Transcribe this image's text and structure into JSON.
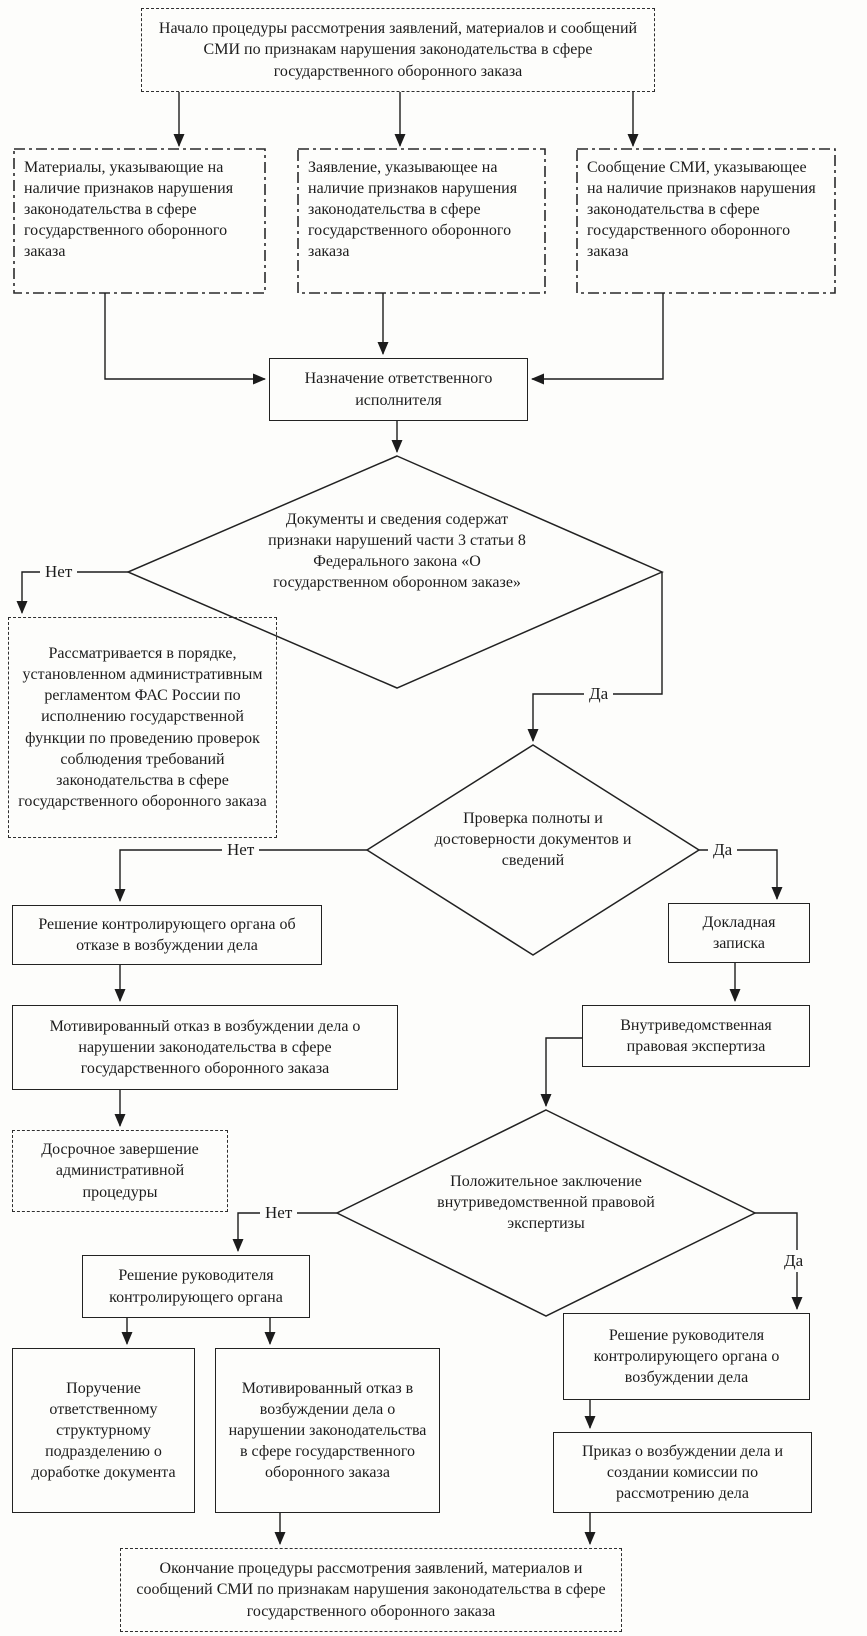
{
  "colors": {
    "ink": "#222222",
    "paper": "#fdfdfb"
  },
  "labels": {
    "yes": "Да",
    "no": "Нет"
  },
  "nodes": {
    "start": "Начало процедуры рассмотрения заявлений, материалов и сообщений СМИ по признакам нарушения законодательства в сфере государственного оборонного заказа",
    "materials": "Материалы, указывающие на наличие признаков нарушения законодательства в сфере государственного оборонного заказа",
    "application": "Заявление, указывающее на наличие признаков нарушения законодательства в сфере государственного оборонного заказа",
    "media_report": "Сообщение СМИ, указывающее на наличие признаков нарушения законодательства в сфере государственного оборонного заказа",
    "assign_executor": "Назначение ответственного исполнителя",
    "check_signs": "Документы и сведения содержат признаки нарушений части 3 статьи 8 Федерального закона «О государственном оборонном заказе»",
    "reviewed_other_procedure": "Рассматривается в порядке, установленном административным регламентом ФАС России по исполнению государственной функции по проведению проверок соблюдения требований законодательства в сфере государственного оборонного заказа",
    "check_completeness": "Проверка полноты и достоверности документов и сведений",
    "refusal_decision": "Решение контролирующего органа об отказе в возбуждении дела",
    "motivated_refusal": "Мотивированный отказ в возбуждении дела о нарушении законодательства в сфере государственного оборонного заказа",
    "early_completion": "Досрочное завершение административной процедуры",
    "memo": "Докладная записка",
    "legal_expertise": "Внутриведомственная правовая экспертиза",
    "positive_conclusion": "Положительное заключение внутриведомственной правовой экспертизы",
    "head_decision": "Решение руководителя контролирующего органа",
    "rework_instruction": "Поручение ответственному структурному подразделению о доработке документа",
    "motivated_refusal_2": "Мотивированный отказ в возбуждении дела о нарушении законодательства в сфере государственного оборонного заказа",
    "head_decision_initiate": "Решение руководителя контролирующего органа о возбуждении дела",
    "order_commission": "Приказ о возбуждении дела и создании комиссии по рассмотрению дела",
    "end": "Окончание процедуры рассмотрения заявлений, материалов и сообщений СМИ по признакам нарушения законодательства в сфере государственного оборонного заказа"
  },
  "flow": [
    {
      "from": "start",
      "to": "materials"
    },
    {
      "from": "start",
      "to": "application"
    },
    {
      "from": "start",
      "to": "media_report"
    },
    {
      "from": "materials",
      "to": "assign_executor"
    },
    {
      "from": "application",
      "to": "assign_executor"
    },
    {
      "from": "media_report",
      "to": "assign_executor"
    },
    {
      "from": "assign_executor",
      "to": "check_signs"
    },
    {
      "from": "check_signs",
      "to": "reviewed_other_procedure",
      "label": "Нет"
    },
    {
      "from": "check_signs",
      "to": "check_completeness",
      "label": "Да"
    },
    {
      "from": "check_completeness",
      "to": "refusal_decision",
      "label": "Нет"
    },
    {
      "from": "check_completeness",
      "to": "memo",
      "label": "Да"
    },
    {
      "from": "refusal_decision",
      "to": "motivated_refusal"
    },
    {
      "from": "motivated_refusal",
      "to": "early_completion"
    },
    {
      "from": "memo",
      "to": "legal_expertise"
    },
    {
      "from": "legal_expertise",
      "to": "positive_conclusion"
    },
    {
      "from": "positive_conclusion",
      "to": "head_decision",
      "label": "Нет"
    },
    {
      "from": "positive_conclusion",
      "to": "head_decision_initiate",
      "label": "Да"
    },
    {
      "from": "head_decision",
      "to": "rework_instruction"
    },
    {
      "from": "head_decision",
      "to": "motivated_refusal_2"
    },
    {
      "from": "motivated_refusal_2",
      "to": "end"
    },
    {
      "from": "head_decision_initiate",
      "to": "order_commission"
    },
    {
      "from": "order_commission",
      "to": "end"
    }
  ]
}
